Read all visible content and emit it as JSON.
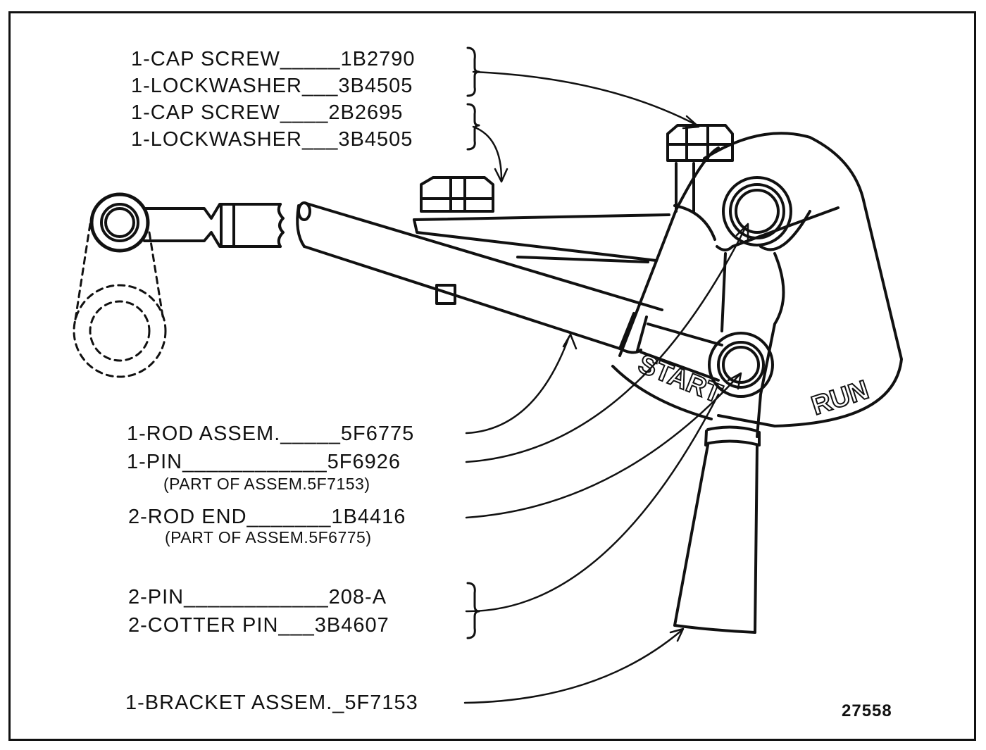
{
  "parts": {
    "cap_screw_1": "1-CAP SCREW_____1B2790",
    "lockwasher_1": "1-LOCKWASHER___3B4505",
    "cap_screw_2": "1-CAP SCREW____2B2695",
    "lockwasher_2": "1-LOCKWASHER___3B4505",
    "rod_assem": "1-ROD ASSEM._____5F6775",
    "pin": "1-PIN____________5F6926",
    "pin_note": "(PART OF ASSEM.5F7153)",
    "rod_end": "2-ROD END_______1B4416",
    "rod_end_note": "(PART OF ASSEM.5F6775)",
    "pin_2": "2-PIN____________208-A",
    "cotter_pin": "2-COTTER PIN___3B4607",
    "bracket_assem": "1-BRACKET ASSEM._5F7153"
  },
  "quadrant": {
    "start": "START",
    "run": "RUN"
  },
  "figure_number": "27558"
}
